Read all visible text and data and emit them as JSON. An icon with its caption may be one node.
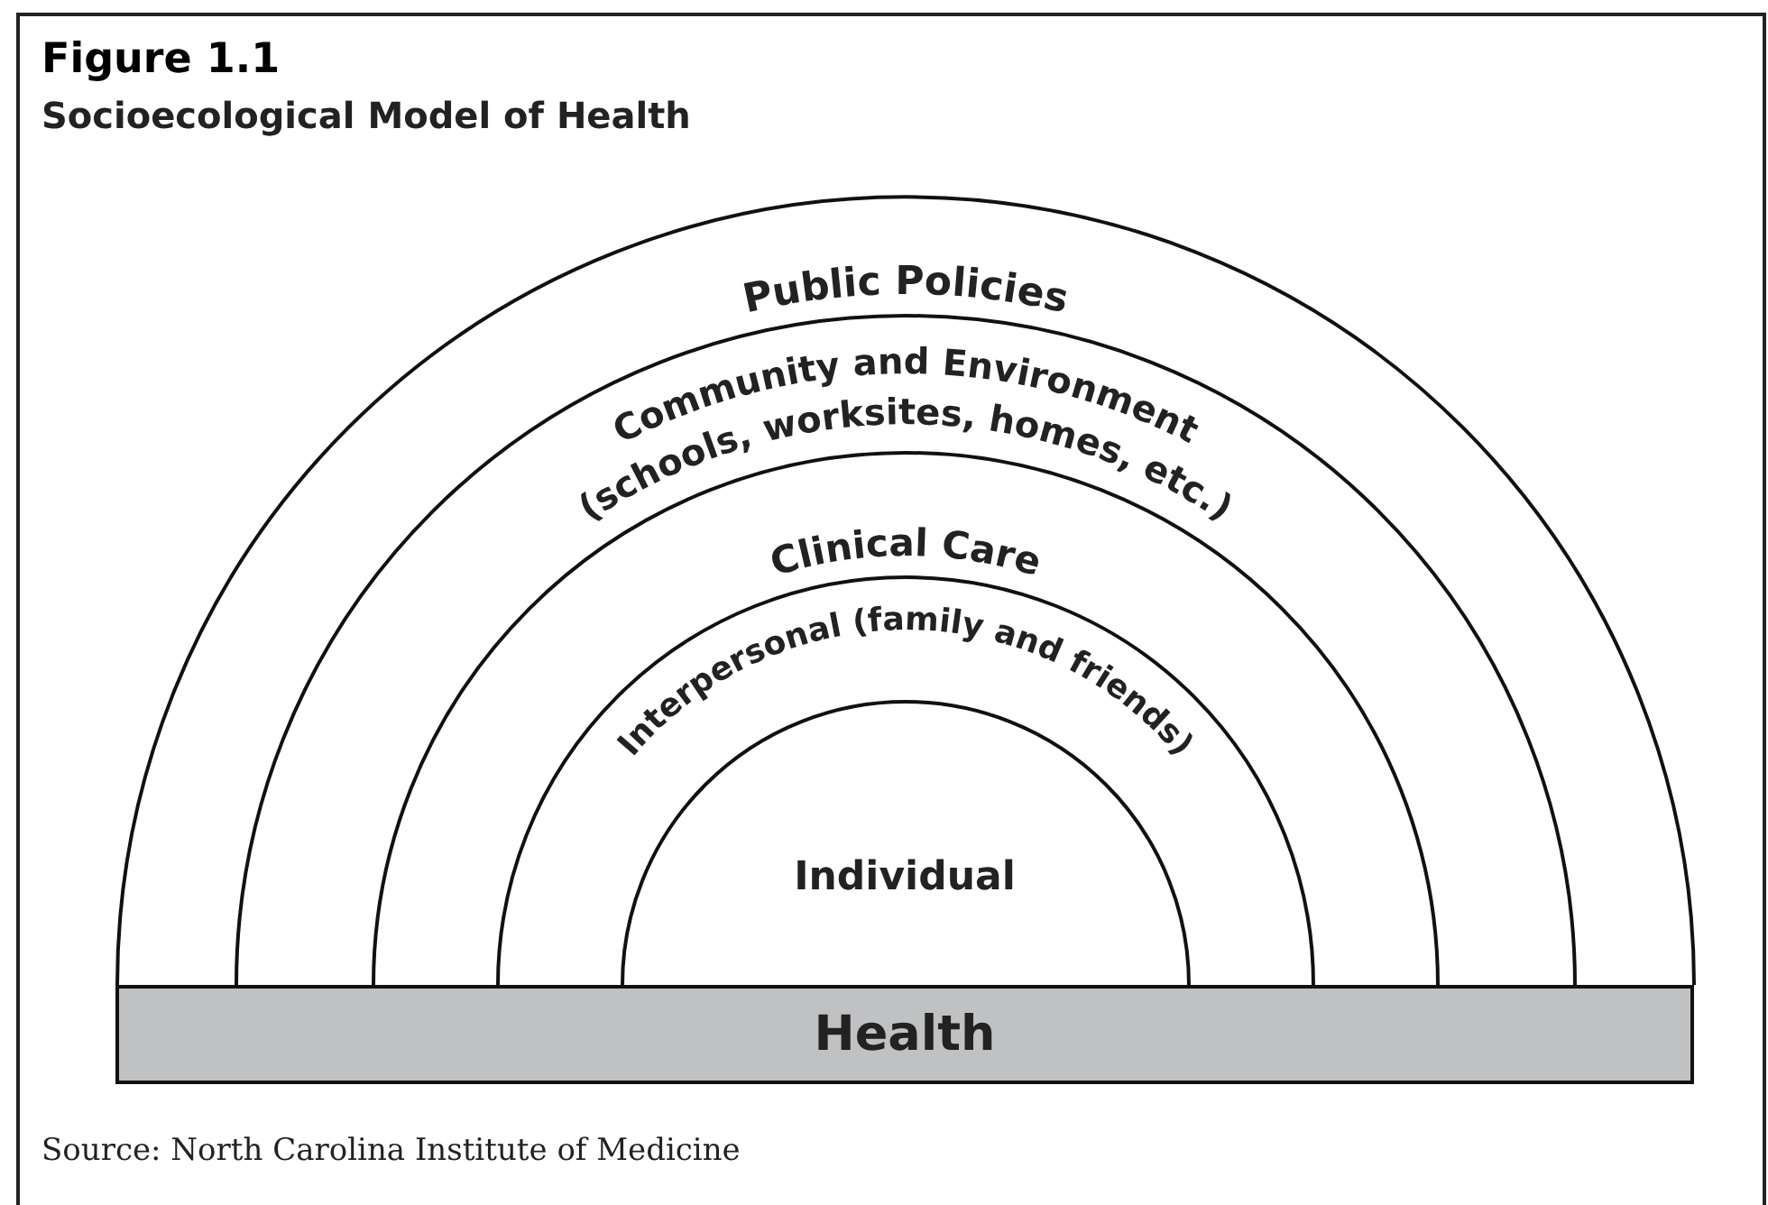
{
  "diagram": {
    "title": "Figure 1.1",
    "caption": "Source: North Carolina Institute of Medicine",
    "nodes": [
      {
        "text": [
          "Public Policies"
        ]
      },
      {
        "text": [
          "Community and Environment (schools, worksites, homes, etc.)"
        ],
        "in": 0
      },
      {
        "text": [
          "Clinical Care"
        ],
        "in": 1
      },
      {
        "text": [
          "Interpersonal (family and friends)"
        ],
        "in": 2
      },
      {
        "text": [
          "Individual"
        ],
        "in": 3
      },
      {
        "text": [
          "Health"
        ]
      }
    ],
    "edges": [],
    "labels": [
      "Socioecological Model of Health"
    ]
  }
}
